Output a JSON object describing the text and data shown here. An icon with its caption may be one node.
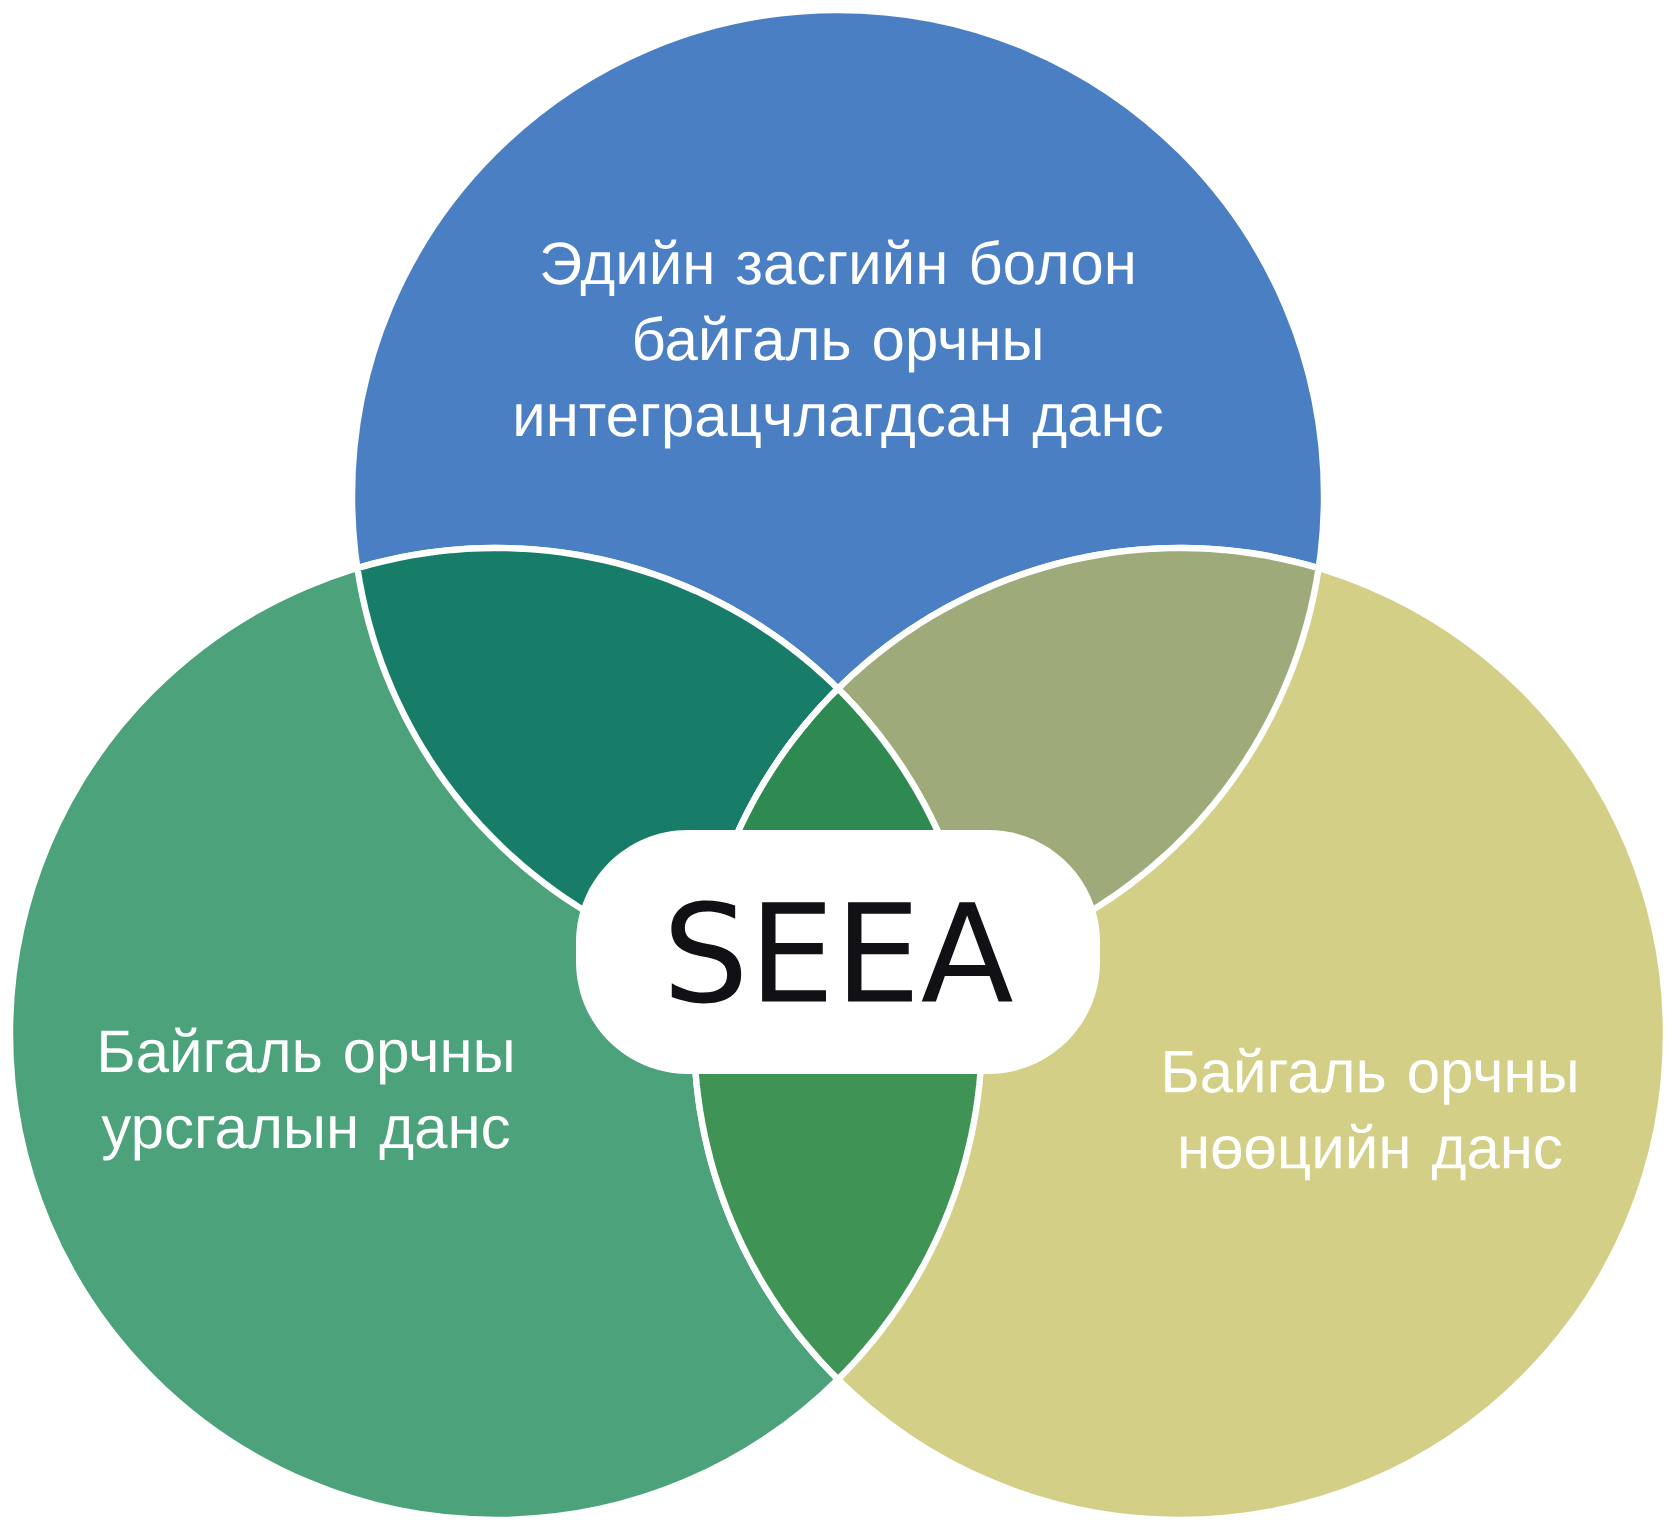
{
  "diagram": {
    "nodes": [
      {
        "text": [
          "Эдийн засгийн болон байгаль орчны интеграцчлагдсан данс"
        ]
      },
      {
        "text": [
          "Байгаль орчны урсгалын данс"
        ]
      },
      {
        "text": [
          "Байгаль орчны нөөцийн данс"
        ]
      },
      {
        "text": [
          "SEEA"
        ]
      }
    ]
  }
}
